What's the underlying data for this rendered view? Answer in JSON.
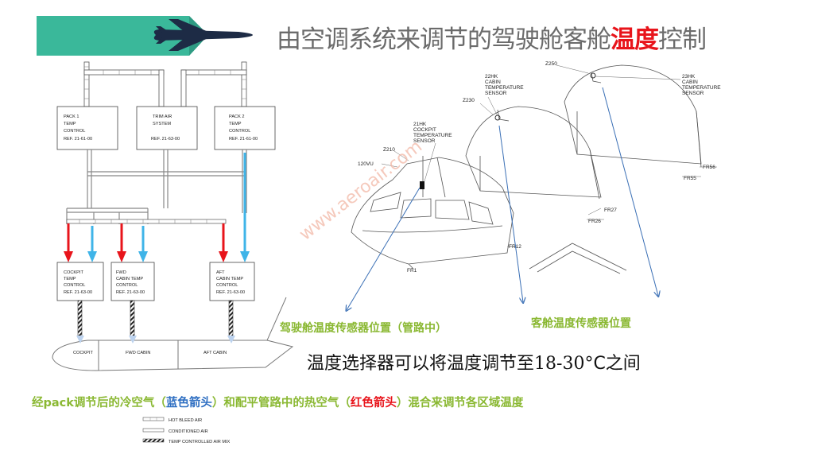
{
  "title": {
    "part1": "由空调系统来调节的驾驶舱客舱",
    "highlight": "温度",
    "part2": "控制"
  },
  "schematic": {
    "boxes": {
      "pack1": [
        "PACK 1",
        "TEMP",
        "CONTROL",
        "REF. 21-61-00"
      ],
      "trim": [
        "TRIM AIR",
        "SYSTEM",
        "",
        "REF. 21-63-00"
      ],
      "pack2": [
        "PACK 2",
        "TEMP",
        "CONTROL",
        "REF. 21-61-00"
      ],
      "cockpit": [
        "COCKPIT",
        "TEMP",
        "CONTROL",
        "REF. 21-63-00"
      ],
      "fwd": [
        "FWD",
        "CABIN TEMP",
        "CONTROL",
        "REF. 21-63-00"
      ],
      "aft": [
        "AFT",
        "CABIN TEMP",
        "CONTROL",
        "REF. 21-63-00"
      ]
    },
    "zones": {
      "cockpit": "COCKPIT",
      "fwd": "FWD CABIN",
      "aft": "AFT CABIN"
    },
    "legend": {
      "hot": "HOT BLEED AIR",
      "conditioned": "CONDITIONED AIR",
      "mix": "TEMP CONTROLLED AIR MIX"
    },
    "colors": {
      "hot_arrow": "#e8141b",
      "cold_arrow": "#3fb4e8",
      "header_bar": "#3ab89a"
    }
  },
  "sensor_drawing": {
    "zone_labels": {
      "z210": "Z210",
      "z230": "Z230",
      "z250": "Z250",
      "vu120": "120VU"
    },
    "frame_labels": {
      "fr1": "FR1",
      "fr12": "FR12",
      "fr26": "FR26",
      "fr27": "FR27",
      "fr55": "FR55",
      "fr56": "FR56"
    },
    "sensors": {
      "s21": [
        "21HK",
        "COCKPIT",
        "TEMPERATURE",
        "SENSOR"
      ],
      "s22": [
        "22HK",
        "CABIN",
        "TEMPERATURE",
        "SENSOR"
      ],
      "s23": [
        "23HK",
        "CABIN",
        "TEMPERATURE",
        "SENSOR"
      ]
    }
  },
  "labels": {
    "cockpit_sensor": "驾驶舱温度传感器位置（管路中）",
    "cabin_sensor": "客舱温度传感器位置",
    "range_pre": "温度选择器可以将温度调节至",
    "range_num": "18-30",
    "range_post": "°C之间",
    "mix_1": "经pack调节后的冷空气（",
    "mix_blue": "蓝色箭头",
    "mix_2": "）和配平管路中的热空气（",
    "mix_red": "红色箭头",
    "mix_3": "）混合来调节各区域温度"
  },
  "watermark": "www.aeroair.com"
}
